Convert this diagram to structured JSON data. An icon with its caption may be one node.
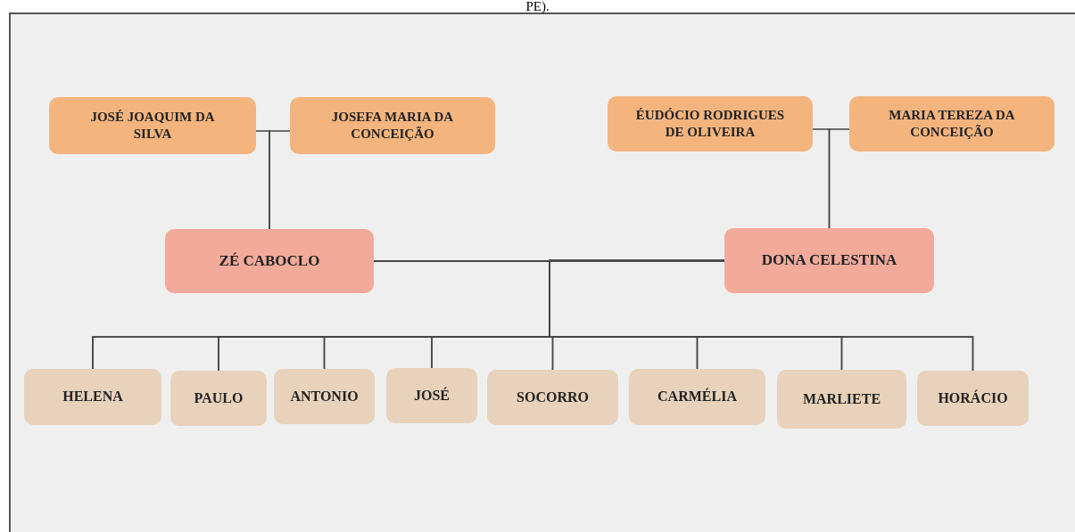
{
  "diagram": {
    "nodes": [
      {
        "text": [
          "JOSÉ JOAQUIM DA SILVA"
        ]
      },
      {
        "text": [
          "JOSEFA MARIA DA CONCEIÇÃO"
        ]
      },
      {
        "text": [
          "ÉUDÓCIO RODRIGUES DE OLIVEIRA"
        ]
      },
      {
        "text": [
          "MARIA TEREZA DA CONCEIÇÃO"
        ]
      },
      {
        "text": [
          "ZÉ CABOCLO"
        ]
      },
      {
        "text": [
          "DONA CELESTINA"
        ]
      },
      {
        "text": [
          "HELENA"
        ]
      },
      {
        "text": [
          "PAULO"
        ]
      },
      {
        "text": [
          "ANTONIO"
        ]
      },
      {
        "text": [
          "JOSÉ"
        ]
      },
      {
        "text": [
          "SOCORRO"
        ]
      },
      {
        "text": [
          "CARMÉLIA"
        ]
      },
      {
        "text": [
          "MARLIETE"
        ]
      },
      {
        "text": [
          "HORÁCIO"
        ]
      }
    ],
    "edges": [
      {
        "from": 0,
        "to": 4,
        "arrow": "none"
      },
      {
        "from": 1,
        "to": 4,
        "arrow": "none"
      },
      {
        "from": 2,
        "to": 5,
        "arrow": "none"
      },
      {
        "from": 3,
        "to": 5,
        "arrow": "none"
      },
      {
        "from": 4,
        "to": 6,
        "arrow": "none"
      },
      {
        "from": 4,
        "to": 7,
        "arrow": "none"
      },
      {
        "from": 4,
        "to": 8,
        "arrow": "none"
      },
      {
        "from": 4,
        "to": 9,
        "arrow": "none"
      },
      {
        "from": 4,
        "to": 10,
        "arrow": "none"
      },
      {
        "from": 4,
        "to": 11,
        "arrow": "none"
      },
      {
        "from": 4,
        "to": 12,
        "arrow": "none"
      },
      {
        "from": 4,
        "to": 13,
        "arrow": "none"
      },
      {
        "from": 5,
        "to": 6,
        "arrow": "none"
      },
      {
        "from": 5,
        "to": 7,
        "arrow": "none"
      },
      {
        "from": 5,
        "to": 8,
        "arrow": "none"
      },
      {
        "from": 5,
        "to": 9,
        "arrow": "none"
      },
      {
        "from": 5,
        "to": 10,
        "arrow": "none"
      },
      {
        "from": 5,
        "to": 11,
        "arrow": "none"
      },
      {
        "from": 5,
        "to": 12,
        "arrow": "none"
      },
      {
        "from": 5,
        "to": 13,
        "arrow": "none"
      }
    ],
    "labels": [
      "PE)."
    ]
  }
}
